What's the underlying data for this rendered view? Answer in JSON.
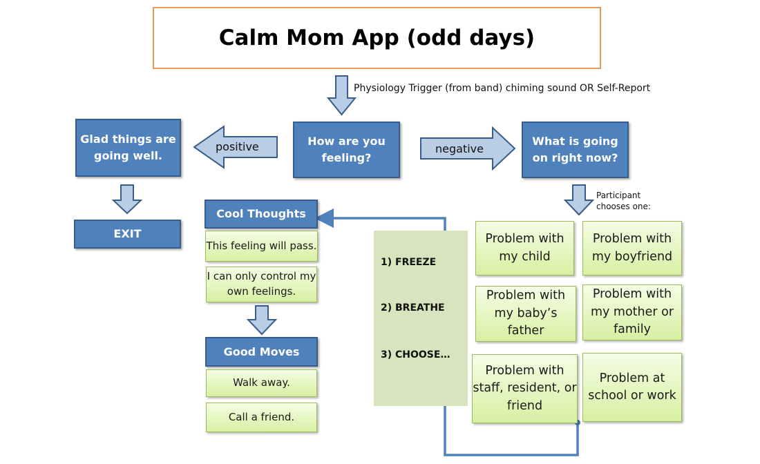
{
  "title": "Calm Mom App (odd days)",
  "trigger_label": "Physiology Trigger (from band) chiming sound OR Self-Report",
  "nodes": {
    "how_feeling": "How are you feeling?",
    "glad": "Glad things are going well.",
    "exit": "EXIT",
    "whats_going_on": "What is going on right now?"
  },
  "arrows": {
    "positive": "positive",
    "negative": "negative"
  },
  "participant_note": "Participant chooses one:",
  "cool_thoughts": {
    "header": "Cool Thoughts",
    "items": [
      "This feeling will pass.",
      "I can only control my own feelings."
    ]
  },
  "good_moves": {
    "header": "Good Moves",
    "items": [
      "Walk away.",
      "Call a friend."
    ]
  },
  "steps": [
    "1)  FREEZE",
    "2) BREATHE",
    "3) CHOOSE…"
  ],
  "problems": [
    "Problem with my child",
    "Problem with my boyfriend",
    "Problem with my baby’s father",
    "Problem with my mother or family",
    "Problem with staff, resident, or friend",
    "Problem at school or work"
  ],
  "colors": {
    "title_border": "#e39a5a",
    "node_blue": "#4f81bd",
    "arrow_fill": "#b9cde5",
    "option_green": "#d7f0a2",
    "steps_panel": "#d7e4bd",
    "connector": "#4f81bd"
  }
}
